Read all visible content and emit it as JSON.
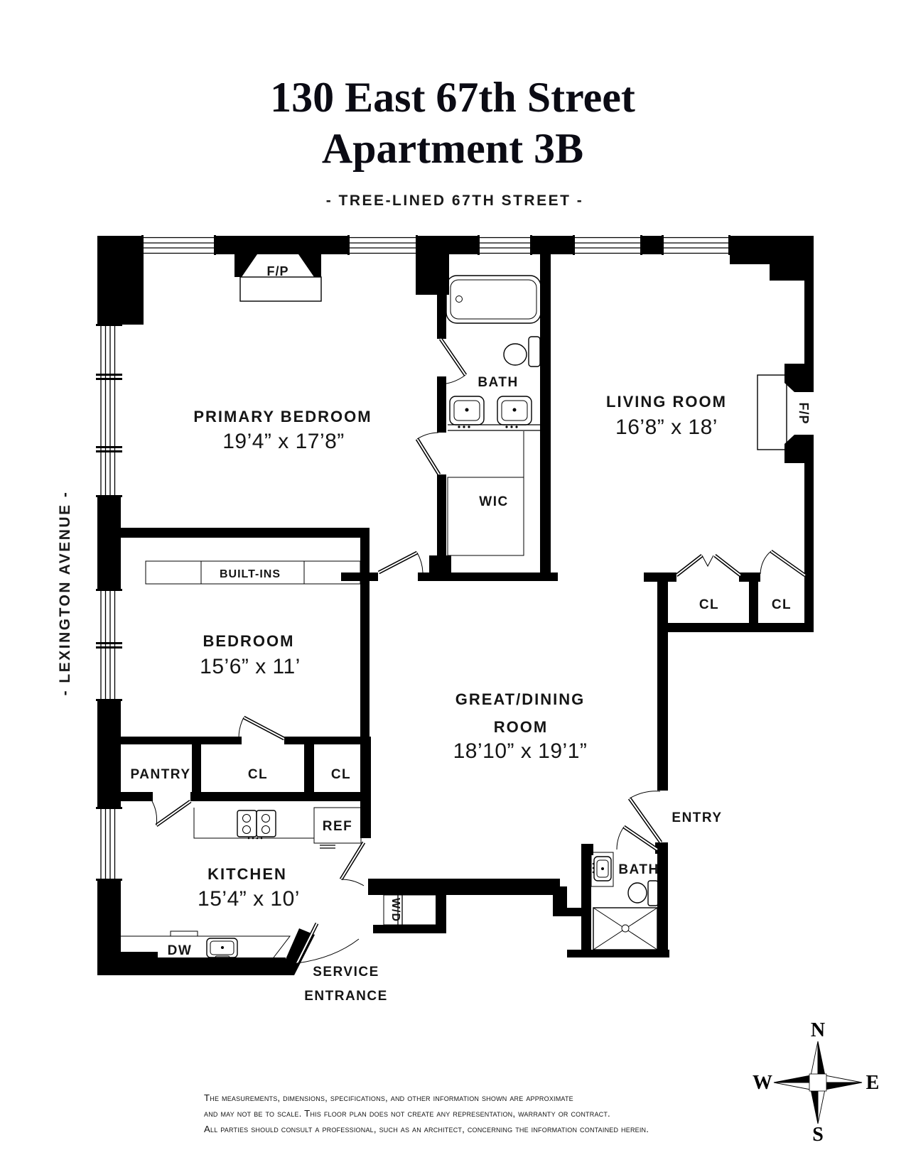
{
  "header": {
    "title_line1": "130 East 67th Street",
    "title_line2": "Apartment 3B",
    "street_top": "- TREE-LINED 67TH STREET -",
    "street_left": "- LEXINGTON AVENUE -"
  },
  "rooms": {
    "primary_bedroom": {
      "label": "PRIMARY BEDROOM",
      "dims": "19’4” x 17’8”"
    },
    "bath_top": {
      "label": "BATH"
    },
    "wic": {
      "label": "WIC"
    },
    "living_room": {
      "label": "LIVING ROOM",
      "dims": "16’8” x 18’"
    },
    "built_ins": {
      "label": "BUILT-INS"
    },
    "bedroom": {
      "label": "BEDROOM",
      "dims": "15’6” x 11’"
    },
    "great_dining_room": {
      "label_line1": "GREAT/DINING",
      "label_line2": "ROOM",
      "dims": "18’10” x 19’1”"
    },
    "pantry": {
      "label": "PANTRY"
    },
    "closet_1": {
      "label": "CL"
    },
    "closet_2": {
      "label": "CL"
    },
    "living_closet_1": {
      "label": "CL"
    },
    "living_closet_2": {
      "label": "CL"
    },
    "kitchen": {
      "label": "KITCHEN",
      "dims": "15’4” x 10’"
    },
    "bath_lower": {
      "label": "BATH"
    },
    "entry": {
      "label": "ENTRY"
    },
    "service_entrance": {
      "line1": "SERVICE",
      "line2": "ENTRANCE"
    }
  },
  "appliances": {
    "fireplace_top": "F/P",
    "fireplace_living": "F/P",
    "refrigerator": "REF",
    "dishwasher": "DW",
    "washer_dryer": "W/D"
  },
  "compass": {
    "north": "N",
    "south": "S",
    "east": "E",
    "west": "W"
  },
  "disclaimer": {
    "line1": "The measurements, dimensions, specifications, and other information shown are approximate",
    "line2": "and may not be to scale. This floor plan does not create any representation, warranty or contract.",
    "line3": "All parties should consult a professional, such as an architect, concerning the information contained herein."
  }
}
